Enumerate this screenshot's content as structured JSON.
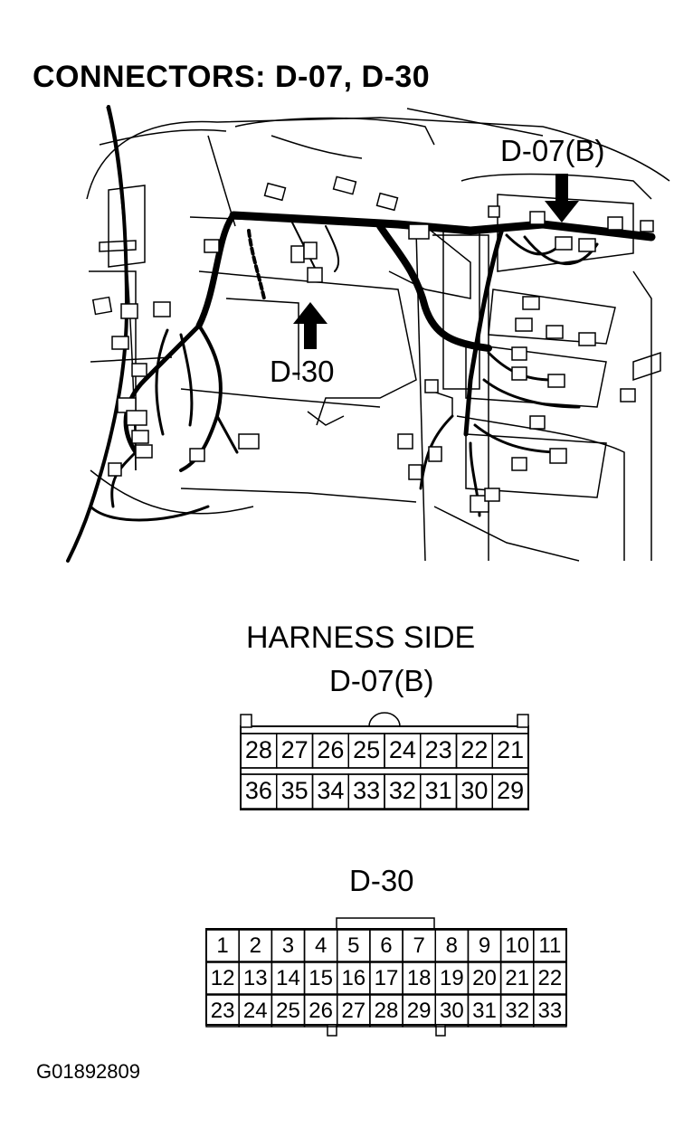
{
  "title": "CONNECTORS: D-07, D-30",
  "callouts": {
    "d07b": "D-07(B)",
    "d30": "D-30"
  },
  "harness_side": "HARNESS SIDE",
  "connector_d07b": {
    "label": "D-07(B)",
    "rows": [
      [
        "28",
        "27",
        "26",
        "25",
        "24",
        "23",
        "22",
        "21"
      ],
      [
        "36",
        "35",
        "34",
        "33",
        "32",
        "31",
        "30",
        "29"
      ]
    ]
  },
  "connector_d30": {
    "label": "D-30",
    "rows": [
      [
        "1",
        "2",
        "3",
        "4",
        "5",
        "6",
        "7",
        "8",
        "9",
        "10",
        "11"
      ],
      [
        "12",
        "13",
        "14",
        "15",
        "16",
        "17",
        "18",
        "19",
        "20",
        "21",
        "22"
      ],
      [
        "23",
        "24",
        "25",
        "26",
        "27",
        "28",
        "29",
        "30",
        "31",
        "32",
        "33"
      ]
    ]
  },
  "figure_id": "G01892809"
}
